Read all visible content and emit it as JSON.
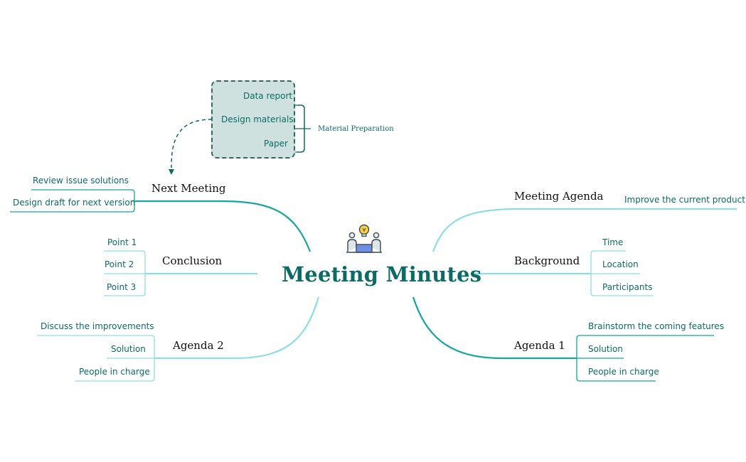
{
  "title": "Meeting Minutes",
  "center_icon": "meeting-people-lightbulb-icon",
  "colors": {
    "dark_teal": "#0c6b64",
    "teal": "#16a69a",
    "light_teal": "#8fdde4",
    "box_fill": "#cfe1df"
  },
  "branches": {
    "next_meeting": {
      "label": "Next Meeting",
      "children": [
        "Review issue solutions",
        "Design draft for next version"
      ]
    },
    "conclusion": {
      "label": "Conclusion",
      "children": [
        "Point 1",
        "Point 2",
        "Point 3"
      ]
    },
    "agenda2": {
      "label": "Agenda 2",
      "children": [
        "Discuss the improvements",
        "Solution",
        "People in charge"
      ]
    },
    "meeting_agenda": {
      "label": "Meeting Agenda",
      "children": [
        "Improve the current product"
      ]
    },
    "background": {
      "label": "Background",
      "children": [
        "Time",
        "Location",
        "Participants"
      ]
    },
    "agenda1": {
      "label": "Agenda 1",
      "children": [
        "Brainstorm the coming features",
        "Solution",
        "People in charge"
      ]
    }
  },
  "material": {
    "label": "Material Preparation",
    "items": [
      "Data report",
      "Design materials",
      "Paper"
    ]
  }
}
